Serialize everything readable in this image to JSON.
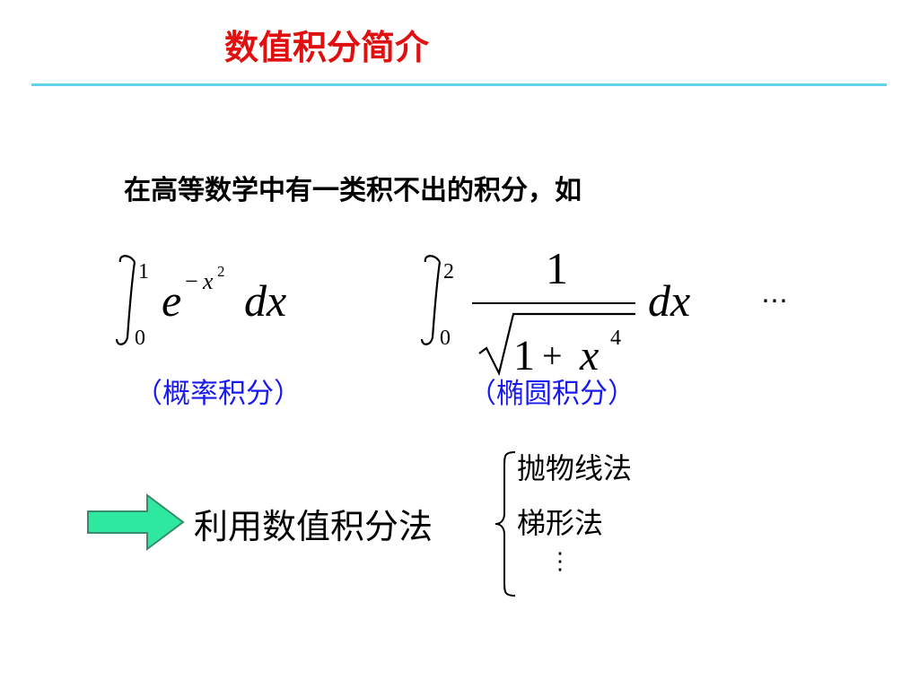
{
  "title": "数值积分简介",
  "intro": "在高等数学中有一类积不出的积分，如",
  "formula1": {
    "lower": "0",
    "upper": "1",
    "base": "e",
    "exponent_sign": "−",
    "exponent_var": "x",
    "exponent_power": "2",
    "differential": "dx",
    "label": "（概率积分）"
  },
  "formula2": {
    "lower": "0",
    "upper": "2",
    "numerator": "1",
    "radicand_one": "1",
    "radicand_plus": "+",
    "radicand_var": "x",
    "radicand_power": "4",
    "differential": "dx",
    "label": "（椭圆积分）"
  },
  "ellipsis": "⋯",
  "method": {
    "label": "利用数值积分法",
    "items": [
      "抛物线法",
      "梯形法"
    ],
    "more": "⋮"
  },
  "colors": {
    "title": "#e01010",
    "rule": "#5fd3ea",
    "label": "#1a1aee",
    "arrow_fill": "#2ee8a0",
    "arrow_stroke": "#3a8a70"
  }
}
